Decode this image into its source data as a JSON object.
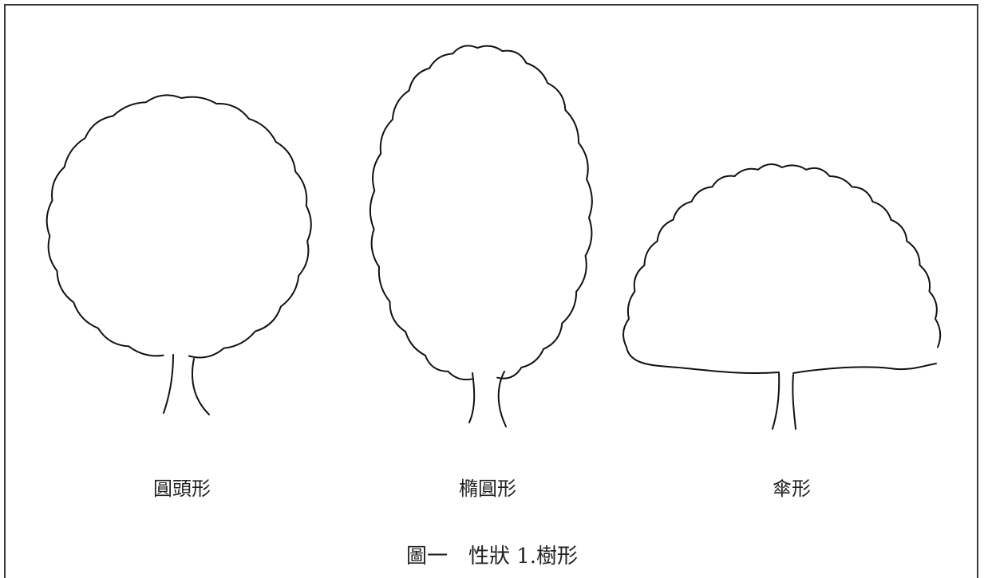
{
  "figure": {
    "trees": [
      {
        "name": "round",
        "label": "圓頭形"
      },
      {
        "name": "elliptical",
        "label": "橢圓形"
      },
      {
        "name": "umbrella",
        "label": "傘形"
      }
    ],
    "caption": "圖一　性狀 1.樹形",
    "line_color": "#111111"
  }
}
